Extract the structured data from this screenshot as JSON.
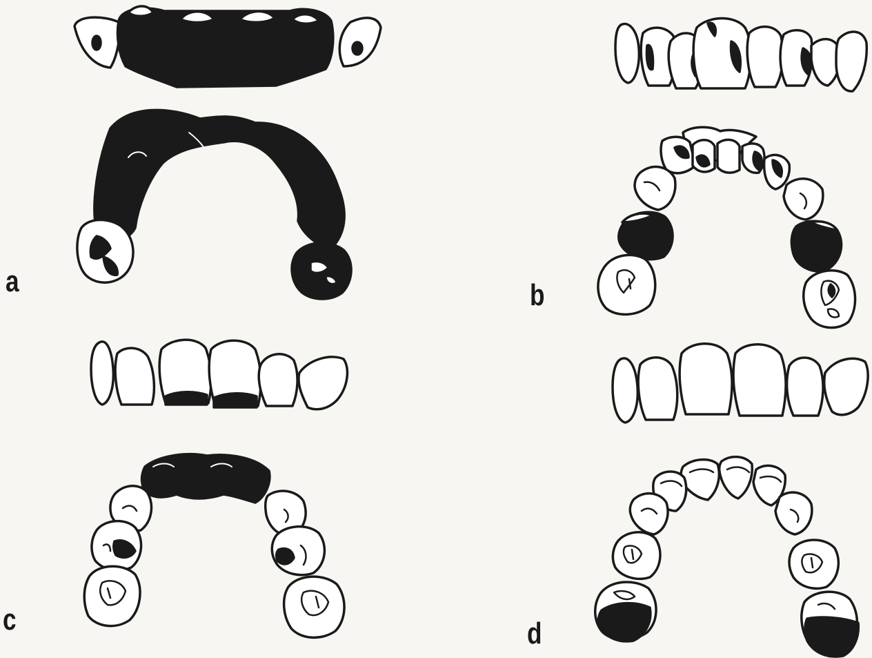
{
  "panels": [
    {
      "id": "a",
      "label": "a"
    },
    {
      "id": "b",
      "label": "b"
    },
    {
      "id": "c",
      "label": "c"
    },
    {
      "id": "d",
      "label": "d"
    }
  ],
  "colors": {
    "ink": "#1a1a1a",
    "paper": "#f7f6f2",
    "tooth": "#ffffff"
  }
}
